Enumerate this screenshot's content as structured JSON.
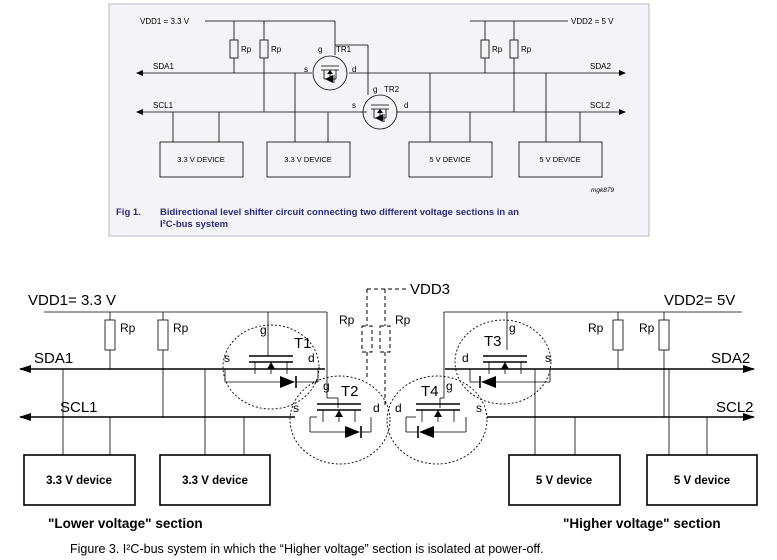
{
  "fig1": {
    "vdd1": "VDD1 = 3.3 V",
    "vdd2": "VDD2 = 5 V",
    "sda1": "SDA1",
    "sda2": "SDA2",
    "scl1": "SCL1",
    "scl2": "SCL2",
    "rp": "Rp",
    "tr1": "TR1",
    "tr2": "TR2",
    "pin_g": "g",
    "pin_s": "s",
    "pin_d": "d",
    "devices": [
      "3.3 V DEVICE",
      "3.3 V DEVICE",
      "5 V DEVICE",
      "5 V DEVICE"
    ],
    "code": "mgk879",
    "caption_num": "Fig 1.",
    "caption_line1": "Bidirectional level shifter circuit connecting two different voltage sections in an",
    "caption_line2": "I²C-bus system"
  },
  "fig3": {
    "vdd1": "VDD1= 3.3 V",
    "vdd2": "VDD2= 5V",
    "vdd3": "VDD3",
    "sda1": "SDA1",
    "sda2": "SDA2",
    "scl1": "SCL1",
    "scl2": "SCL2",
    "rp": "Rp",
    "t1": "T1",
    "t2": "T2",
    "t3": "T3",
    "t4": "T4",
    "pin_g": "g",
    "pin_s": "s",
    "pin_d": "d",
    "devices": [
      "3.3 V device",
      "3.3 V device",
      "5 V device",
      "5 V device"
    ],
    "lower_section": "\"Lower voltage\" section",
    "higher_section": "\"Higher voltage\" section",
    "caption": "Figure 3.   I²C-bus system in which the “Higher voltage” section is isolated at power-off."
  }
}
